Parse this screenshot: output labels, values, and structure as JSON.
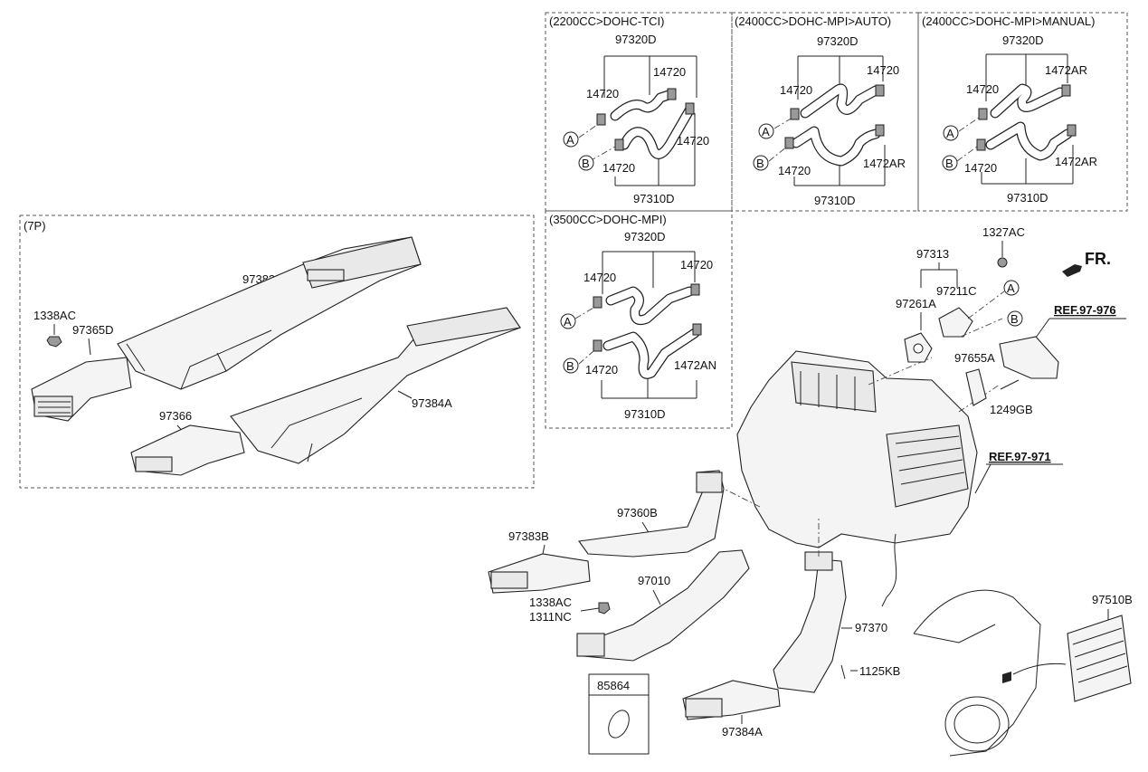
{
  "groups": {
    "g2200": "(2200CC>DOHC-TCI)",
    "g2400a": "(2400CC>DOHC-MPI>AUTO)",
    "g2400m": "(2400CC>DOHC-MPI>MANUAL)",
    "g3500": "(3500CC>DOHC-MPI)",
    "g7p": "(7P)"
  },
  "markers": {
    "a": "A",
    "b": "B"
  },
  "labels": {
    "p97320d": "97320D",
    "p97310d": "97310D",
    "p14720": "14720",
    "p1472ar": "1472AR",
    "p1472an": "1472AN",
    "p97383b": "97383B",
    "p97384a": "97384A",
    "p1338ac": "1338AC",
    "p97365d": "97365D",
    "p97366": "97366",
    "p97313": "97313",
    "p1327ac": "1327AC",
    "p97211c": "97211C",
    "p97261a": "97261A",
    "p97655a": "97655A",
    "p1249gb": "1249GB",
    "p97360b": "97360B",
    "p97010": "97010",
    "p1311nc": "1311NC",
    "p97370": "97370",
    "p1125kb": "1125KB",
    "p85864": "85864",
    "p97510b": "97510B",
    "fr": "FR.",
    "ref976": "REF.97-976",
    "ref971": "REF.97-971"
  }
}
